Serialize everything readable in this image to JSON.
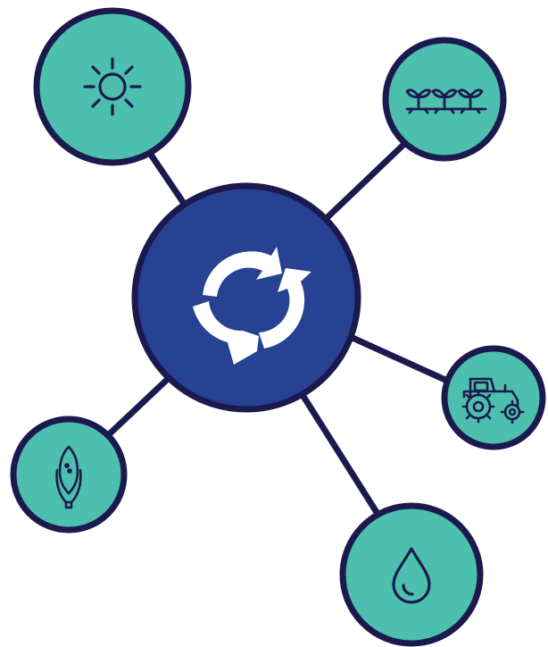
{
  "colors": {
    "hub_fill": "#274293",
    "node_fill": "#4dbfae",
    "outline": "#1b1a4e",
    "connector": "#1b1a4e",
    "icon_stroke": "#1b1a4e",
    "hub_icon": "#ffffff",
    "background": "#ffffff"
  },
  "hub": {
    "icon": "recycle-arrows-icon"
  },
  "nodes": [
    {
      "id": "sun",
      "icon": "sun-icon"
    },
    {
      "id": "seedlings",
      "icon": "seedlings-icon"
    },
    {
      "id": "tractor",
      "icon": "tractor-icon"
    },
    {
      "id": "water",
      "icon": "water-drop-icon"
    },
    {
      "id": "corn",
      "icon": "corn-icon"
    }
  ]
}
